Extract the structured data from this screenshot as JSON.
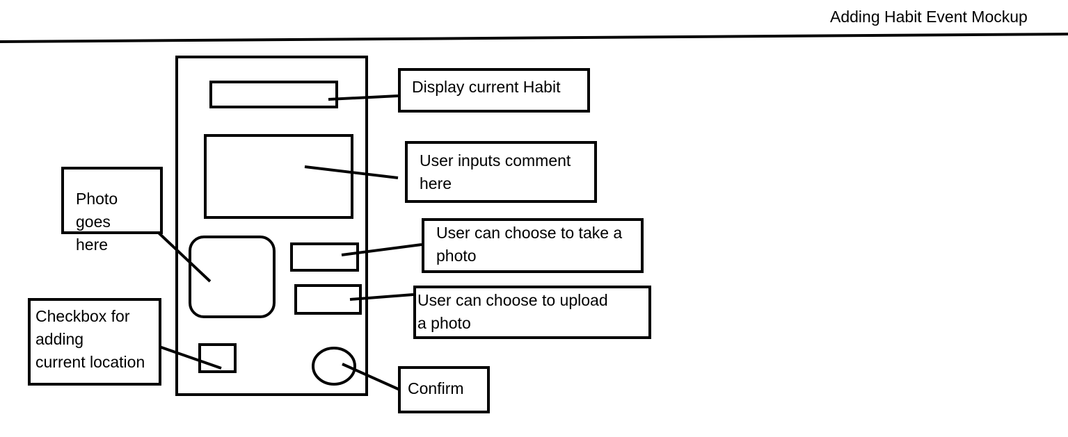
{
  "header": {
    "title": "Adding Habit Event Mockup"
  },
  "labels": {
    "habit": "Display current Habit",
    "comment": "User inputs comment\nhere",
    "photo": "Photo goes\nhere",
    "take_photo": "User can choose to take a\nphoto",
    "upload_photo": "User can choose to upload\na photo",
    "checkbox": "Checkbox for\nadding\ncurrent location",
    "confirm": "Confirm"
  },
  "colors": {
    "stroke": "#000000",
    "background": "#ffffff"
  }
}
